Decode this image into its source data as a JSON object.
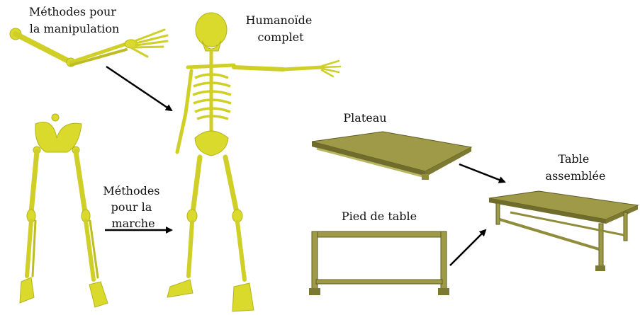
{
  "labels": {
    "manip": [
      "Méthodes pour",
      "la manipulation"
    ],
    "humanoid": [
      "Humanoïde",
      "complet"
    ],
    "walk": [
      "Méthodes",
      "pour la",
      "marche"
    ],
    "plateau": "Plateau",
    "table": [
      "Table",
      "assemblée"
    ],
    "pied": "Pied de table"
  },
  "colors": {
    "bone": "#d9d92a",
    "bone_dark": "#8c8c10",
    "wood_top": "#9e9a48",
    "wood_side": "#6f6c2c",
    "arrow": "#000000"
  }
}
